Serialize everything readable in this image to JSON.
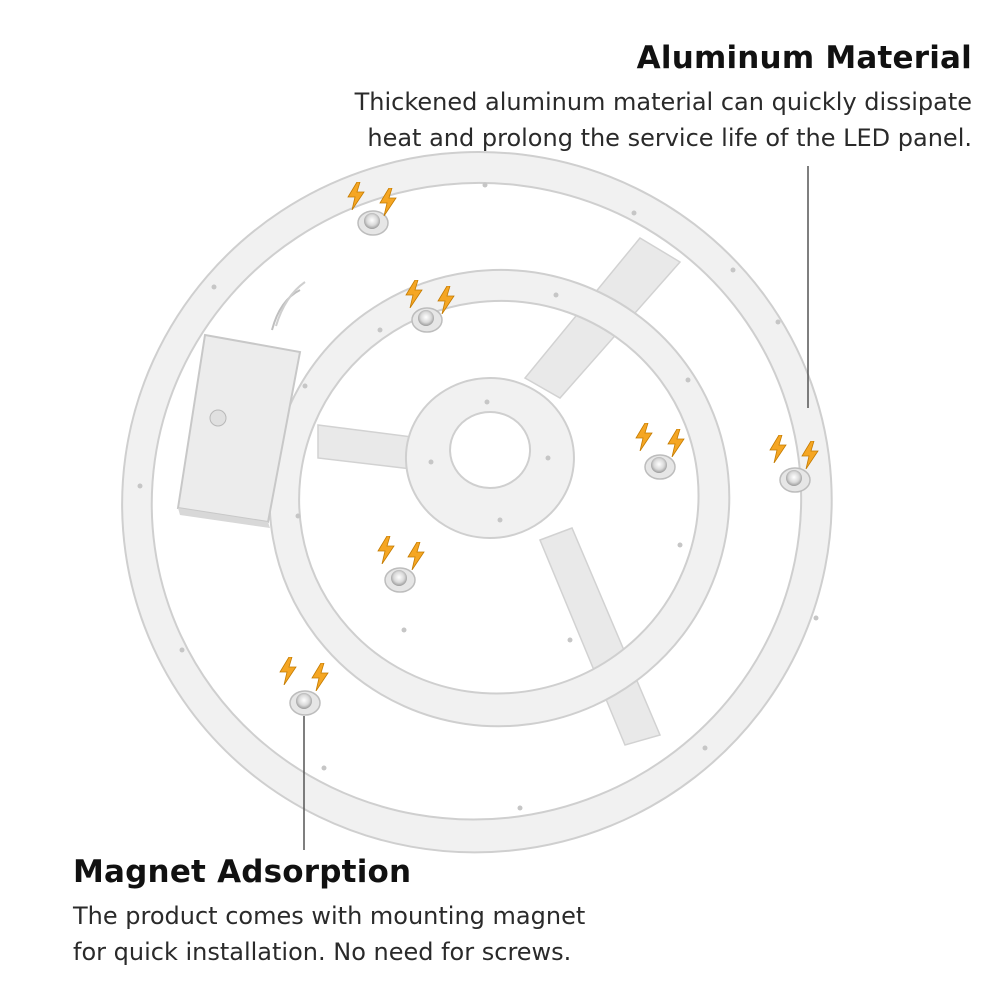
{
  "callouts": {
    "aluminum": {
      "title": "Aluminum Material",
      "line1": "Thickened aluminum material can quickly dissipate",
      "line2": "heat and prolong the service life of the LED panel."
    },
    "magnet": {
      "title": "Magnet Adsorption",
      "line1": "The product comes with mounting magnet",
      "line2": "for quick installation. No need for screws."
    }
  },
  "colors": {
    "panel": "#eeeeee",
    "panel_edge": "#cfcfcf",
    "accent_bolt": "#f5a623",
    "text": "#111111",
    "leader_line": "#555555"
  },
  "icons": [
    "lightning-bolt-icon",
    "magnet-icon",
    "driver-box"
  ]
}
